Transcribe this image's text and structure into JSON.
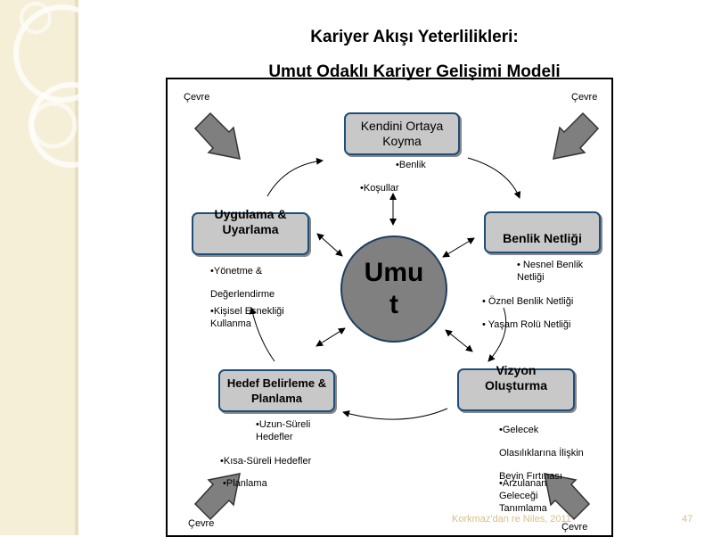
{
  "title_line1": "Kariyer Akışı Yeterlilikleri:",
  "title_line2": "Umut Odaklı Kariyer Gelişimi Modeli",
  "environment_label": "Çevre",
  "center": "Umut",
  "boxes": {
    "top": "Kendini Ortaya Koyma",
    "right": "Benlik Netliği",
    "bottom_right": "Vizyon Oluşturma",
    "bottom_left": "Hedef Belirleme & Planlama",
    "left": "Uygulama & Uyarlama"
  },
  "bullets": {
    "top": [
      "•Benlik",
      "•Koşullar"
    ],
    "right": [
      "• Nesnel Benlik Netliği",
      "• Öznel Benlik Netliği",
      "• Yaşam Rolü Netliği"
    ],
    "bottom_right": [
      "•Gelecek Olasılıklarına İlişkin Beyin Fırtınası",
      "•Arzulanan Geleceği Tanımlama"
    ],
    "bottom_left": [
      "•Uzun-Süreli Hedefler",
      "•Kısa-Süreli Hedefler",
      "•Planlama"
    ],
    "left": [
      "•Yönetme & Değerlendirme",
      "•Kişisel Esnekliği Kullanma"
    ]
  },
  "footer": {
    "credit": "Korkmaz'dan re Niles, 2011",
    "page": "47"
  },
  "colors": {
    "box_fill": "#c8c8c8",
    "box_border": "#1f4e79",
    "center_fill": "#808080",
    "arrow_fill": "#7f7f7f",
    "side_band": "#f6efd8"
  }
}
